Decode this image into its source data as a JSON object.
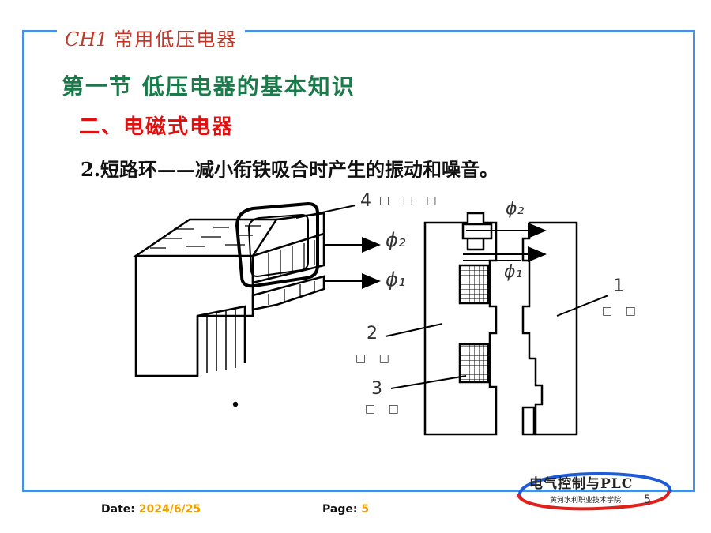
{
  "header": {
    "chapter_code": "CH1",
    "chapter_name": "常用低压电器"
  },
  "section_title": "第一节  低压电器的基本知识",
  "sub_title": "二、电磁式电器",
  "point": "2.短路环——减小衔铁吸合时产生的振动和噪音。",
  "diagram": {
    "labels": {
      "n4": "4",
      "n1": "1",
      "n2": "2",
      "n3": "3",
      "phi2_left": "ϕ₂",
      "phi1_left": "ϕ₁",
      "phi2_right": "ϕ₂",
      "phi1_right": "ϕ₁",
      "cap4": "□ □ □",
      "cap1": "□ □",
      "cap2": "□ □",
      "cap3": "□ □"
    }
  },
  "footer": {
    "date_label": "Date:",
    "date_value": "2024/6/25",
    "page_label": "Page:",
    "page_value": "5"
  },
  "logo": {
    "title": "电气控制与PLC",
    "subtitle": "黄河水利职业技术学院"
  },
  "slide_number": "5",
  "colors": {
    "frame": "#4b8fe3",
    "section_title": "#1a7a4a",
    "sub_title": "#e01010",
    "footer_value": "#f0a000"
  }
}
